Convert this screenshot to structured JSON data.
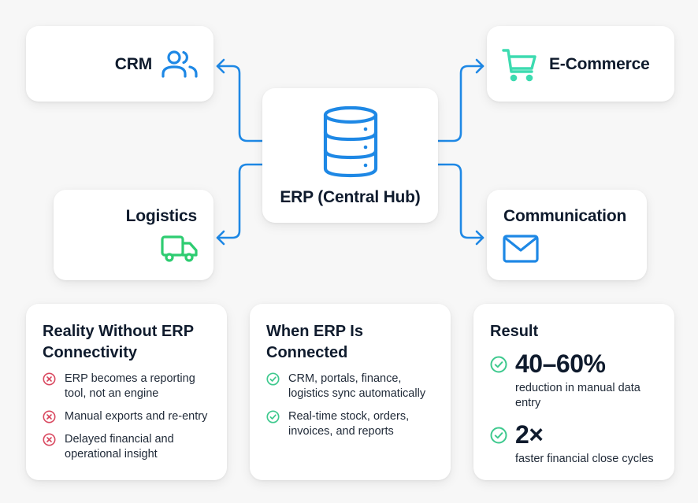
{
  "colors": {
    "blue": "#1e88e5",
    "teal": "#3ddbb0",
    "green": "#2ecc71",
    "red": "#d9485f",
    "check": "#3ec98e",
    "text": "#0f1b2d"
  },
  "hub": {
    "label": "ERP (Central Hub)",
    "icon": "database-icon"
  },
  "nodes": {
    "crm": {
      "label": "CRM",
      "icon": "users-icon"
    },
    "ecommerce": {
      "label": "E-Commerce",
      "icon": "shopping-cart-icon"
    },
    "logistics": {
      "label": "Logistics",
      "icon": "truck-icon"
    },
    "communication": {
      "label": "Communication",
      "icon": "mail-icon"
    }
  },
  "panels": {
    "without": {
      "title": "Reality Without ERP Connectivity",
      "bullet_icon": "x-circle-icon",
      "items": [
        "ERP becomes a reporting tool, not an engine",
        "Manual exports and re-entry",
        "Delayed financial and operational insight"
      ]
    },
    "with": {
      "title": "When ERP Is Connected",
      "bullet_icon": "check-circle-icon",
      "items": [
        "CRM, portals, finance, logistics sync automatically",
        "Real-time stock, orders, invoices, and reports"
      ]
    },
    "result": {
      "title": "Result",
      "bullet_icon": "check-circle-icon",
      "items": [
        {
          "value": "40–60%",
          "description": "reduction in manual data entry"
        },
        {
          "value": "2×",
          "description": "faster financial close cycles"
        }
      ]
    }
  }
}
